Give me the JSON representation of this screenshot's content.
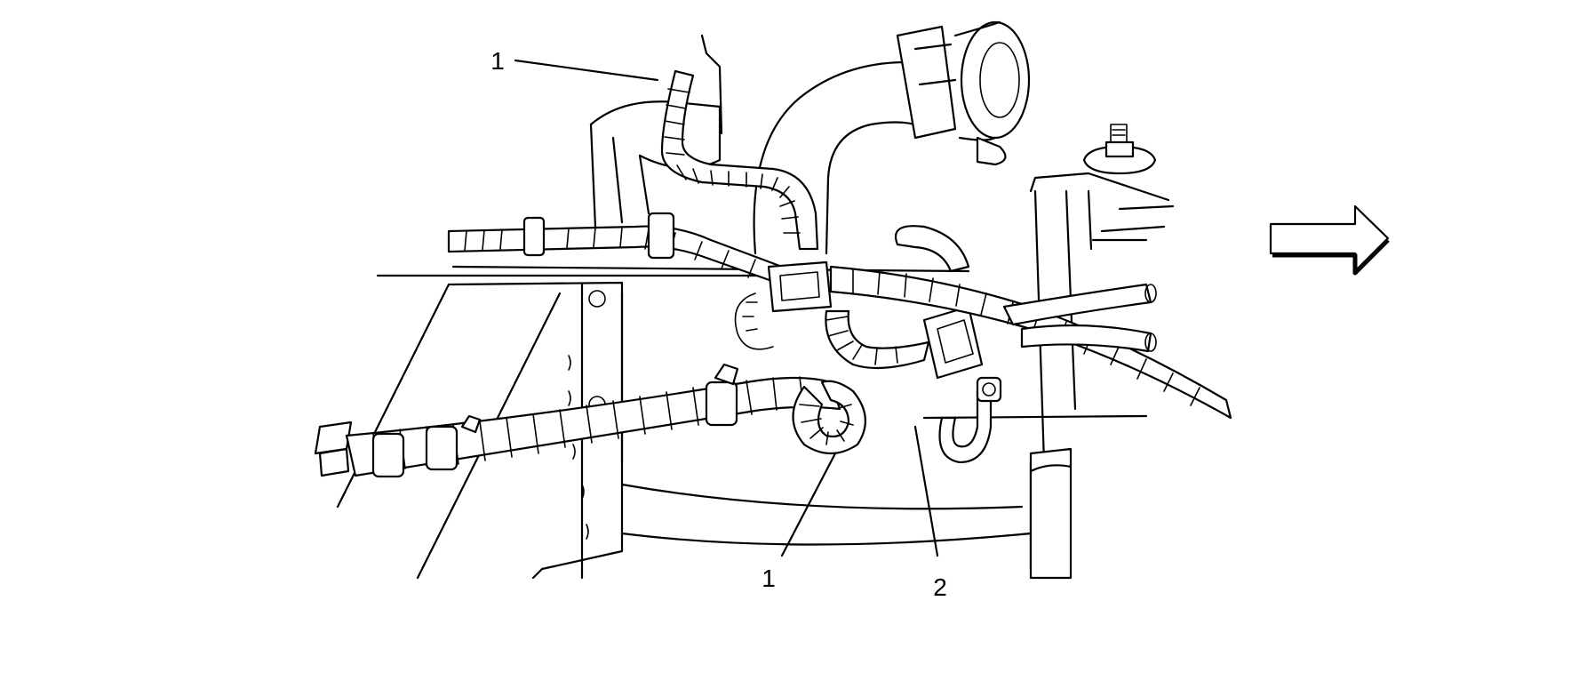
{
  "callouts": {
    "label_1_top": "1",
    "label_1_bottom": "1",
    "label_2": "2"
  },
  "icons": {
    "direction_arrow": "right-arrow-icon"
  },
  "colors": {
    "line": "#000000",
    "background": "#ffffff"
  }
}
